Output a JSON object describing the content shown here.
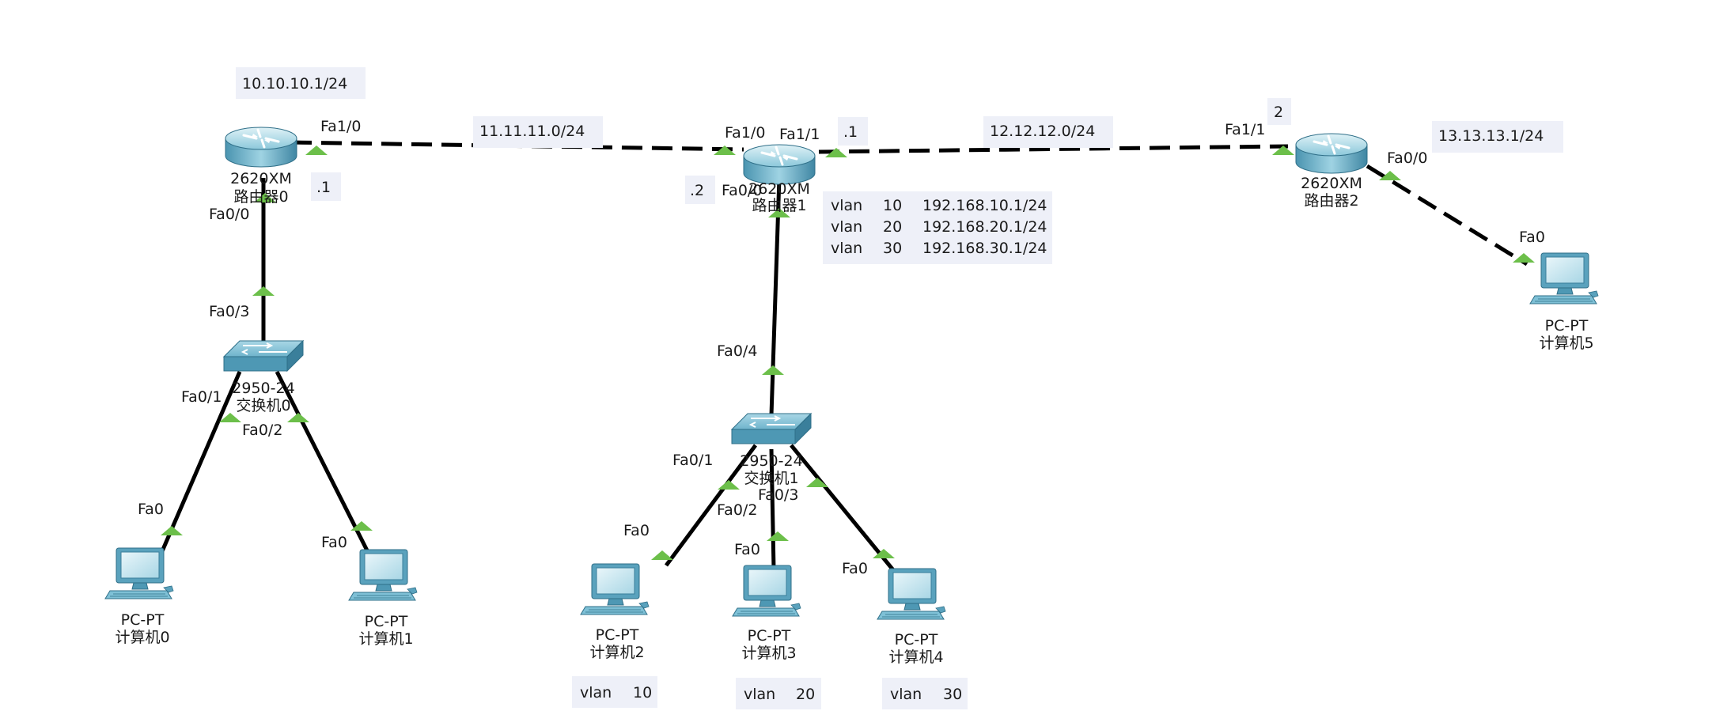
{
  "colors": {
    "link": "#000000",
    "port_up": "#6cbf4a",
    "note_bg": "#eef0f8",
    "text": "#1a1a1a",
    "device_light": "#b9e3ee",
    "device_mid": "#7cc0d6",
    "device_dark": "#3d8aa8"
  },
  "devices": {
    "r0": {
      "model": "2620XM",
      "name": "路由器0"
    },
    "r1": {
      "model": "2620XM",
      "name": "路由器1"
    },
    "r2": {
      "model": "2620XM",
      "name": "路由器2"
    },
    "sw0": {
      "model": "2950-24",
      "name": "交换机0"
    },
    "sw1": {
      "model": "2950-24",
      "name": "交换机1"
    },
    "pc0": {
      "model": "PC-PT",
      "name": "计算机0"
    },
    "pc1": {
      "model": "PC-PT",
      "name": "计算机1"
    },
    "pc2": {
      "model": "PC-PT",
      "name": "计算机2"
    },
    "pc3": {
      "model": "PC-PT",
      "name": "计算机3"
    },
    "pc4": {
      "model": "PC-PT",
      "name": "计算机4"
    },
    "pc5": {
      "model": "PC-PT",
      "name": "计算机5"
    }
  },
  "ports": {
    "r0_fa10": "Fa1/0",
    "r0_fa00": "Fa0/0",
    "sw0_fa03": "Fa0/3",
    "sw0_fa01": "Fa0/1",
    "sw0_fa02": "Fa0/2",
    "pc0_fa0": "Fa0",
    "pc1_fa0": "Fa0",
    "r1_fa10": "Fa1/0",
    "r1_fa11": "Fa1/1",
    "r1_fa00": "Fa0/0",
    "sw1_fa04": "Fa0/4",
    "sw1_fa01": "Fa0/1",
    "sw1_fa02": "Fa0/2",
    "sw1_fa03": "Fa0/3",
    "pc2_fa0": "Fa0",
    "pc3_fa0": "Fa0",
    "pc4_fa0": "Fa0",
    "r2_fa11": "Fa1/1",
    "r2_fa00": "Fa0/0",
    "pc5_fa0": "Fa0"
  },
  "notes": {
    "r0_lan": "10.10.10.1/24",
    "net_11": "11.11.11.0/24",
    "net_12": "12.12.12.0/24",
    "r2_lan": "13.13.13.1/24",
    "r0_host": ".1",
    "r1_left_host": ".2",
    "r1_right_host": ".1",
    "r2_host": "2",
    "vlan_table": {
      "row1": {
        "vlan": "vlan",
        "id": "10",
        "ip": "192.168.10.1/24"
      },
      "row2": {
        "vlan": "vlan",
        "id": "20",
        "ip": "192.168.20.1/24"
      },
      "row3": {
        "vlan": "vlan",
        "id": "30",
        "ip": "192.168.30.1/24"
      }
    },
    "vlan_pc2": {
      "vlan": "vlan",
      "id": "10"
    },
    "vlan_pc3": {
      "vlan": "vlan",
      "id": "20"
    },
    "vlan_pc4": {
      "vlan": "vlan",
      "id": "30"
    }
  }
}
